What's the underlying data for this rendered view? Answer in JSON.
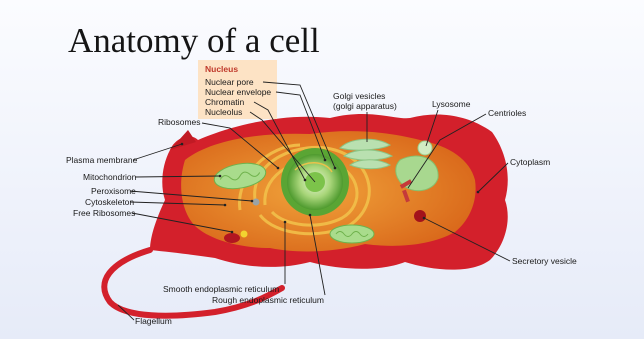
{
  "title": "Anatomy of a cell",
  "nucleus_box": {
    "heading": "Nucleus",
    "items": [
      "Nuclear pore",
      "Nuclear envelope",
      "Chromatin",
      "Nucleolus"
    ]
  },
  "labels": {
    "golgi": "Golgi vesicles",
    "golgi_sub": "(golgi apparatus)",
    "lysosome": "Lysosome",
    "centrioles": "Centrioles",
    "ribosomes": "Ribosomes",
    "plasma_membrane": "Plasma membrane",
    "mitochondrion": "Mitochondrion",
    "peroxisome": "Peroxisome",
    "cytoskeleton": "Cytoskeleton",
    "free_ribosomes": "Free Ribosomes",
    "cytoplasm": "Cytoplasm",
    "secretory_vesicle": "Secretory vesicle",
    "smooth_er": "Smooth endoplasmic reticulum",
    "rough_er": "Rough endoplasmic reticulum",
    "flagellum": "Flagellum"
  },
  "colors": {
    "membrane": "#d3202b",
    "cytoplasm": "#e07a1e",
    "nucleus": "#7cc34a",
    "golgi": "#b9e0b0",
    "label_box": "#fde3c5",
    "background_top": "#f7f8fd",
    "background_bottom": "#e9edfa"
  }
}
